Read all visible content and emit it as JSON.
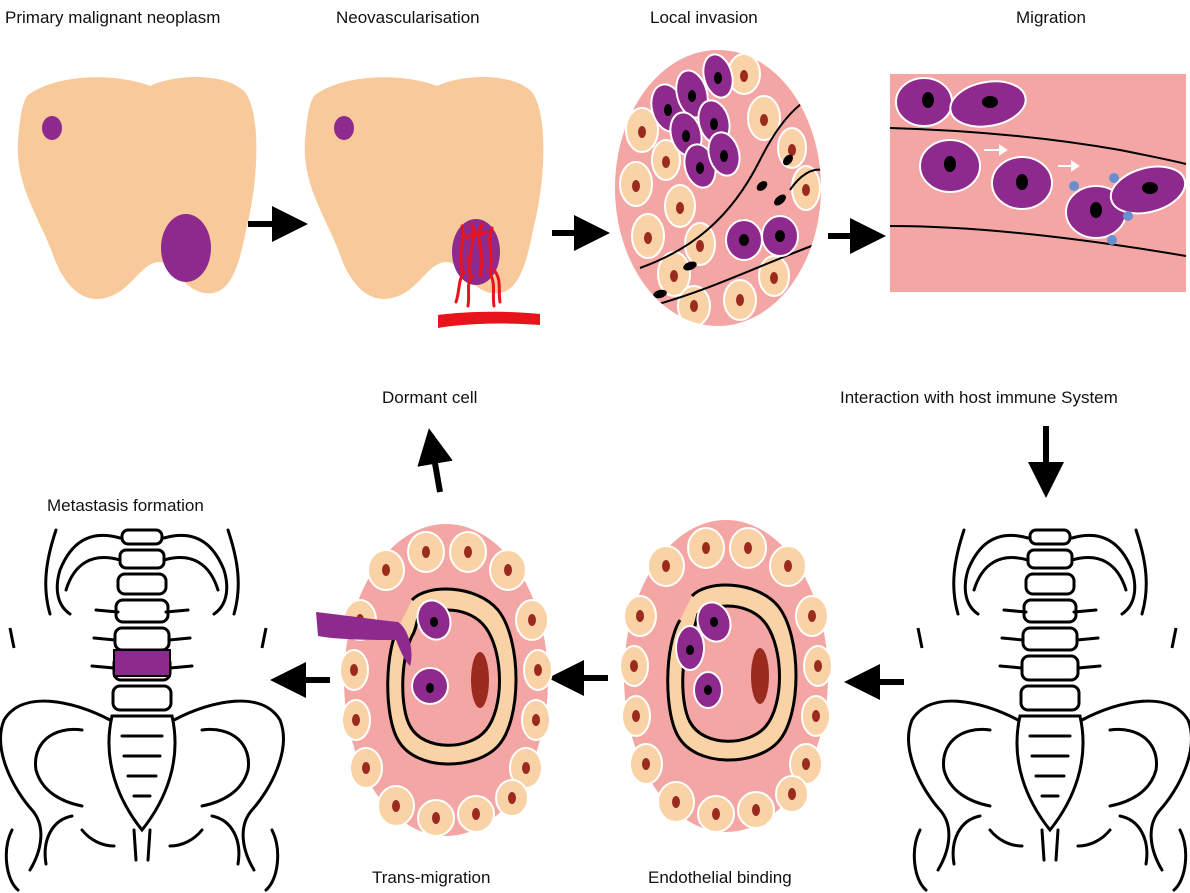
{
  "labels": {
    "primary": "Primary malignant neoplasm",
    "neovascularisation": "Neovascularisation",
    "local_invasion": "Local invasion",
    "migration": "Migration",
    "dormant": "Dormant cell",
    "interaction": "Interaction with host immune System",
    "metastasis": "Metastasis formation",
    "transmigration": "Trans-migration",
    "endothelial": "Endothelial binding"
  },
  "colors": {
    "tissue": "#f8c99a",
    "tumor": "#8e2a8e",
    "vessel_red": "#e8141c",
    "stroma_pink": "#ef9a9a",
    "vessel_wall_pink": "#f3a6a3",
    "cell_fill": "#f9d2a6",
    "nucleus": "#9b2b1e",
    "immune_blue": "#6a8fd0",
    "ink": "#000000"
  }
}
